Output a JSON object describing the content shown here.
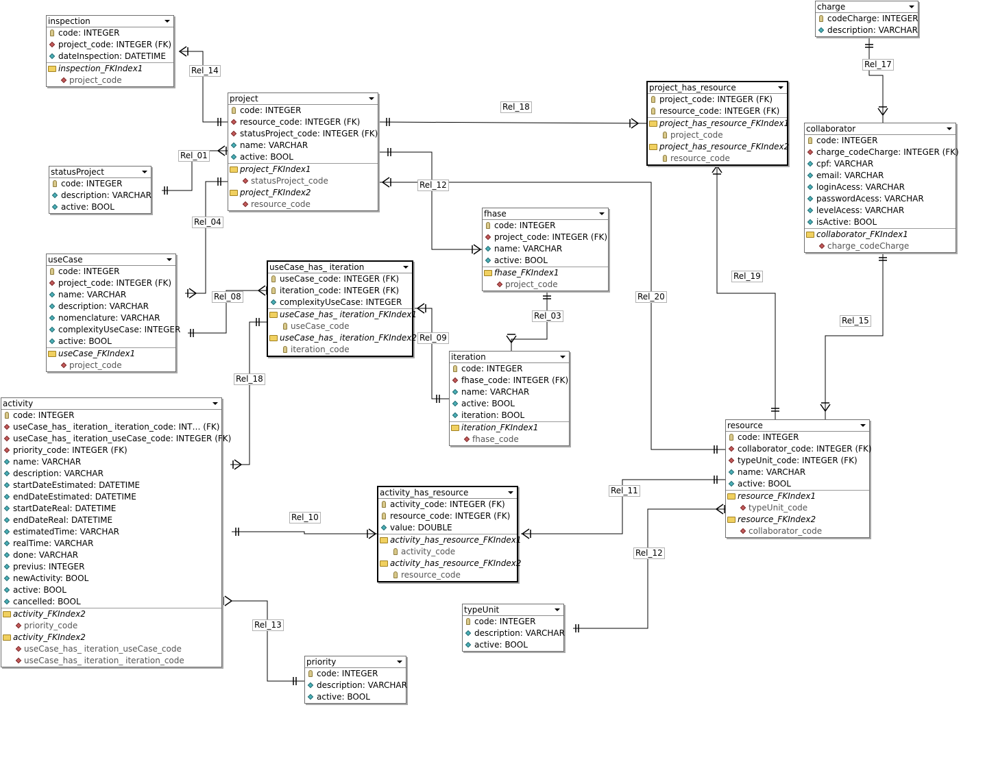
{
  "tables": [
    {
      "id": "inspection",
      "title": "inspection",
      "selected": false,
      "columns": [
        {
          "icon": "pk",
          "text": "code: INTEGER"
        },
        {
          "icon": "fk",
          "text": "project_code: INTEGER (FK)"
        },
        {
          "icon": "attr",
          "text": "dateInspection: DATETIME"
        }
      ],
      "indexes": [
        {
          "name": "inspection_FKIndex1",
          "columns": [
            {
              "icon": "fk",
              "text": "project_code"
            }
          ]
        }
      ]
    },
    {
      "id": "statusProject",
      "title": "statusProject",
      "selected": false,
      "columns": [
        {
          "icon": "pk",
          "text": "code: INTEGER"
        },
        {
          "icon": "attr",
          "text": "description: VARCHAR"
        },
        {
          "icon": "attr",
          "text": "active: BOOL"
        }
      ],
      "indexes": []
    },
    {
      "id": "project",
      "title": "project",
      "selected": false,
      "columns": [
        {
          "icon": "pk",
          "text": "code: INTEGER"
        },
        {
          "icon": "fk",
          "text": "resource_code: INTEGER (FK)"
        },
        {
          "icon": "fk",
          "text": "statusProject_code: INTEGER (FK)"
        },
        {
          "icon": "attr",
          "text": "name: VARCHAR"
        },
        {
          "icon": "attr",
          "text": "active: BOOL"
        }
      ],
      "indexes": [
        {
          "name": "project_FKIndex1",
          "columns": [
            {
              "icon": "fk",
              "text": "statusProject_code"
            }
          ]
        },
        {
          "name": "project_FKIndex2",
          "columns": [
            {
              "icon": "fk",
              "text": "resource_code"
            }
          ]
        }
      ]
    },
    {
      "id": "project_has_resource",
      "title": "project_has_resource",
      "selected": true,
      "columns": [
        {
          "icon": "pk",
          "text": "project_code: INTEGER (FK)"
        },
        {
          "icon": "pk",
          "text": "resource_code: INTEGER (FK)"
        }
      ],
      "indexes": [
        {
          "name": "project_has_resource_FKIndex1",
          "columns": [
            {
              "icon": "pk",
              "text": "project_code"
            }
          ]
        },
        {
          "name": "project_has_resource_FKIndex2",
          "columns": [
            {
              "icon": "pk",
              "text": "resource_code"
            }
          ]
        }
      ]
    },
    {
      "id": "charge",
      "title": "charge",
      "selected": false,
      "columns": [
        {
          "icon": "pk",
          "text": "codeCharge: INTEGER"
        },
        {
          "icon": "attr",
          "text": "description: VARCHAR"
        }
      ],
      "indexes": []
    },
    {
      "id": "collaborator",
      "title": "collaborator",
      "selected": false,
      "columns": [
        {
          "icon": "pk",
          "text": "code: INTEGER"
        },
        {
          "icon": "fk",
          "text": "charge_codeCharge: INTEGER (FK)"
        },
        {
          "icon": "attr",
          "text": "cpf: VARCHAR"
        },
        {
          "icon": "attr",
          "text": "email: VARCHAR"
        },
        {
          "icon": "attr",
          "text": "loginAcess: VARCHAR"
        },
        {
          "icon": "attr",
          "text": "passwordAcess: VARCHAR"
        },
        {
          "icon": "attr",
          "text": "levelAcess: VARCHAR"
        },
        {
          "icon": "attr",
          "text": "isActive: BOOL"
        }
      ],
      "indexes": [
        {
          "name": "collaborator_FKIndex1",
          "columns": [
            {
              "icon": "fk",
              "text": "charge_codeCharge"
            }
          ]
        }
      ]
    },
    {
      "id": "fhase",
      "title": "fhase",
      "selected": false,
      "columns": [
        {
          "icon": "pk",
          "text": "code: INTEGER"
        },
        {
          "icon": "fk",
          "text": "project_code: INTEGER (FK)"
        },
        {
          "icon": "attr",
          "text": "name: VARCHAR"
        },
        {
          "icon": "attr",
          "text": "active: BOOL"
        }
      ],
      "indexes": [
        {
          "name": "fhase_FKIndex1",
          "columns": [
            {
              "icon": "fk",
              "text": "project_code"
            }
          ]
        }
      ]
    },
    {
      "id": "useCase",
      "title": "useCase",
      "selected": false,
      "columns": [
        {
          "icon": "pk",
          "text": "code: INTEGER"
        },
        {
          "icon": "fk",
          "text": "project_code: INTEGER (FK)"
        },
        {
          "icon": "attr",
          "text": "name: VARCHAR"
        },
        {
          "icon": "attr",
          "text": "description: VARCHAR"
        },
        {
          "icon": "attr",
          "text": "nomenclature: VARCHAR"
        },
        {
          "icon": "attr",
          "text": "complexityUseCase: INTEGER"
        },
        {
          "icon": "attr",
          "text": "active: BOOL"
        }
      ],
      "indexes": [
        {
          "name": "useCase_FKIndex1",
          "columns": [
            {
              "icon": "fk",
              "text": "project_code"
            }
          ]
        }
      ]
    },
    {
      "id": "useCase_has_iteration",
      "title": "useCase_has_ iteration",
      "selected": true,
      "columns": [
        {
          "icon": "pk",
          "text": "useCase_code: INTEGER (FK)"
        },
        {
          "icon": "pk",
          "text": " iteration_code: INTEGER (FK)"
        },
        {
          "icon": "attr",
          "text": "complexityUseCase: INTEGER"
        }
      ],
      "indexes": [
        {
          "name": "useCase_has_ iteration_FKIndex1",
          "columns": [
            {
              "icon": "pk",
              "text": "useCase_code"
            }
          ]
        },
        {
          "name": "useCase_has_ iteration_FKIndex2",
          "columns": [
            {
              "icon": "pk",
              "text": " iteration_code"
            }
          ]
        }
      ]
    },
    {
      "id": "iteration",
      "title": "iteration",
      "selected": false,
      "columns": [
        {
          "icon": "pk",
          "text": "code: INTEGER"
        },
        {
          "icon": "fk",
          "text": "fhase_code: INTEGER (FK)"
        },
        {
          "icon": "attr",
          "text": "name: VARCHAR"
        },
        {
          "icon": "attr",
          "text": "active: BOOL"
        },
        {
          "icon": "attr",
          "text": "iteration: BOOL"
        }
      ],
      "indexes": [
        {
          "name": " iteration_FKIndex1",
          "columns": [
            {
              "icon": "fk",
              "text": "fhase_code"
            }
          ]
        }
      ]
    },
    {
      "id": "resource",
      "title": "resource",
      "selected": false,
      "columns": [
        {
          "icon": "pk",
          "text": "code: INTEGER"
        },
        {
          "icon": "fk",
          "text": "collaborator_code: INTEGER (FK)"
        },
        {
          "icon": "fk",
          "text": "typeUnit_code: INTEGER (FK)"
        },
        {
          "icon": "attr",
          "text": "name: VARCHAR"
        },
        {
          "icon": "attr",
          "text": "active: BOOL"
        }
      ],
      "indexes": [
        {
          "name": "resource_FKIndex1",
          "columns": [
            {
              "icon": "fk",
              "text": "typeUnit_code"
            }
          ]
        },
        {
          "name": "resource_FKIndex2",
          "columns": [
            {
              "icon": "fk",
              "text": "collaborator_code"
            }
          ]
        }
      ]
    },
    {
      "id": "activity",
      "title": "activity",
      "selected": false,
      "columns": [
        {
          "icon": "pk",
          "text": "code: INTEGER"
        },
        {
          "icon": "fk",
          "text": "useCase_has_ iteration_ iteration_code: INT… (FK)"
        },
        {
          "icon": "fk",
          "text": "useCase_has_ iteration_useCase_code: INTEGER (FK)"
        },
        {
          "icon": "fk",
          "text": "priority_code: INTEGER (FK)"
        },
        {
          "icon": "attr",
          "text": "name: VARCHAR"
        },
        {
          "icon": "attr",
          "text": "description: VARCHAR"
        },
        {
          "icon": "attr",
          "text": "startDateEstimated: DATETIME"
        },
        {
          "icon": "attr",
          "text": "endDateEstimated: DATETIME"
        },
        {
          "icon": "attr",
          "text": "startDateReal: DATETIME"
        },
        {
          "icon": "attr",
          "text": "endDateReal: DATETIME"
        },
        {
          "icon": "attr",
          "text": "estimatedTime: VARCHAR"
        },
        {
          "icon": "attr",
          "text": "realTime: VARCHAR"
        },
        {
          "icon": "attr",
          "text": "done: VARCHAR"
        },
        {
          "icon": "attr",
          "text": "previus: INTEGER"
        },
        {
          "icon": "attr",
          "text": "newActivity: BOOL"
        },
        {
          "icon": "attr",
          "text": "active: BOOL"
        },
        {
          "icon": "attr",
          "text": "cancelled: BOOL"
        }
      ],
      "indexes": [
        {
          "name": "activity_FKIndex2",
          "columns": [
            {
              "icon": "fk",
              "text": "priority_code"
            }
          ]
        },
        {
          "name": "activity_FKIndex2",
          "columns": [
            {
              "icon": "fk",
              "text": "useCase_has_ iteration_useCase_code"
            },
            {
              "icon": "fk",
              "text": "useCase_has_ iteration_ iteration_code"
            }
          ]
        }
      ]
    },
    {
      "id": "activity_has_resource",
      "title": "activity_has_resource",
      "selected": true,
      "columns": [
        {
          "icon": "pk",
          "text": "activity_code: INTEGER (FK)"
        },
        {
          "icon": "pk",
          "text": "resource_code: INTEGER (FK)"
        },
        {
          "icon": "attr",
          "text": "value: DOUBLE"
        }
      ],
      "indexes": [
        {
          "name": "activity_has_resource_FKIndex1",
          "columns": [
            {
              "icon": "pk",
              "text": "activity_code"
            }
          ]
        },
        {
          "name": "activity_has_resource_FKIndex2",
          "columns": [
            {
              "icon": "pk",
              "text": "resource_code"
            }
          ]
        }
      ]
    },
    {
      "id": "typeUnit",
      "title": "typeUnit",
      "selected": false,
      "columns": [
        {
          "icon": "pk",
          "text": "code: INTEGER"
        },
        {
          "icon": "attr",
          "text": "description: VARCHAR"
        },
        {
          "icon": "attr",
          "text": "active: BOOL"
        }
      ],
      "indexes": []
    },
    {
      "id": "priority",
      "title": "priority",
      "selected": false,
      "columns": [
        {
          "icon": "pk",
          "text": "code: INTEGER"
        },
        {
          "icon": "attr",
          "text": "description: VARCHAR"
        },
        {
          "icon": "attr",
          "text": "active: BOOL"
        }
      ],
      "indexes": []
    }
  ],
  "relationships": [
    {
      "id": "rel14",
      "label": "Rel_14"
    },
    {
      "id": "rel01",
      "label": "Rel_01"
    },
    {
      "id": "rel04",
      "label": "Rel_04"
    },
    {
      "id": "rel18a",
      "label": "Rel_18"
    },
    {
      "id": "rel17",
      "label": "Rel_17"
    },
    {
      "id": "rel12a",
      "label": "Rel_12"
    },
    {
      "id": "rel08",
      "label": "Rel_08"
    },
    {
      "id": "rel18b",
      "label": "Rel_18"
    },
    {
      "id": "rel09",
      "label": "Rel_09"
    },
    {
      "id": "rel03",
      "label": "Rel_03"
    },
    {
      "id": "rel20",
      "label": "Rel_20"
    },
    {
      "id": "rel19",
      "label": "Rel_19"
    },
    {
      "id": "rel15",
      "label": "Rel_15"
    },
    {
      "id": "rel10",
      "label": "Rel_10"
    },
    {
      "id": "rel11",
      "label": "Rel_11"
    },
    {
      "id": "rel12b",
      "label": "Rel_12"
    },
    {
      "id": "rel13",
      "label": "Rel_13"
    }
  ]
}
